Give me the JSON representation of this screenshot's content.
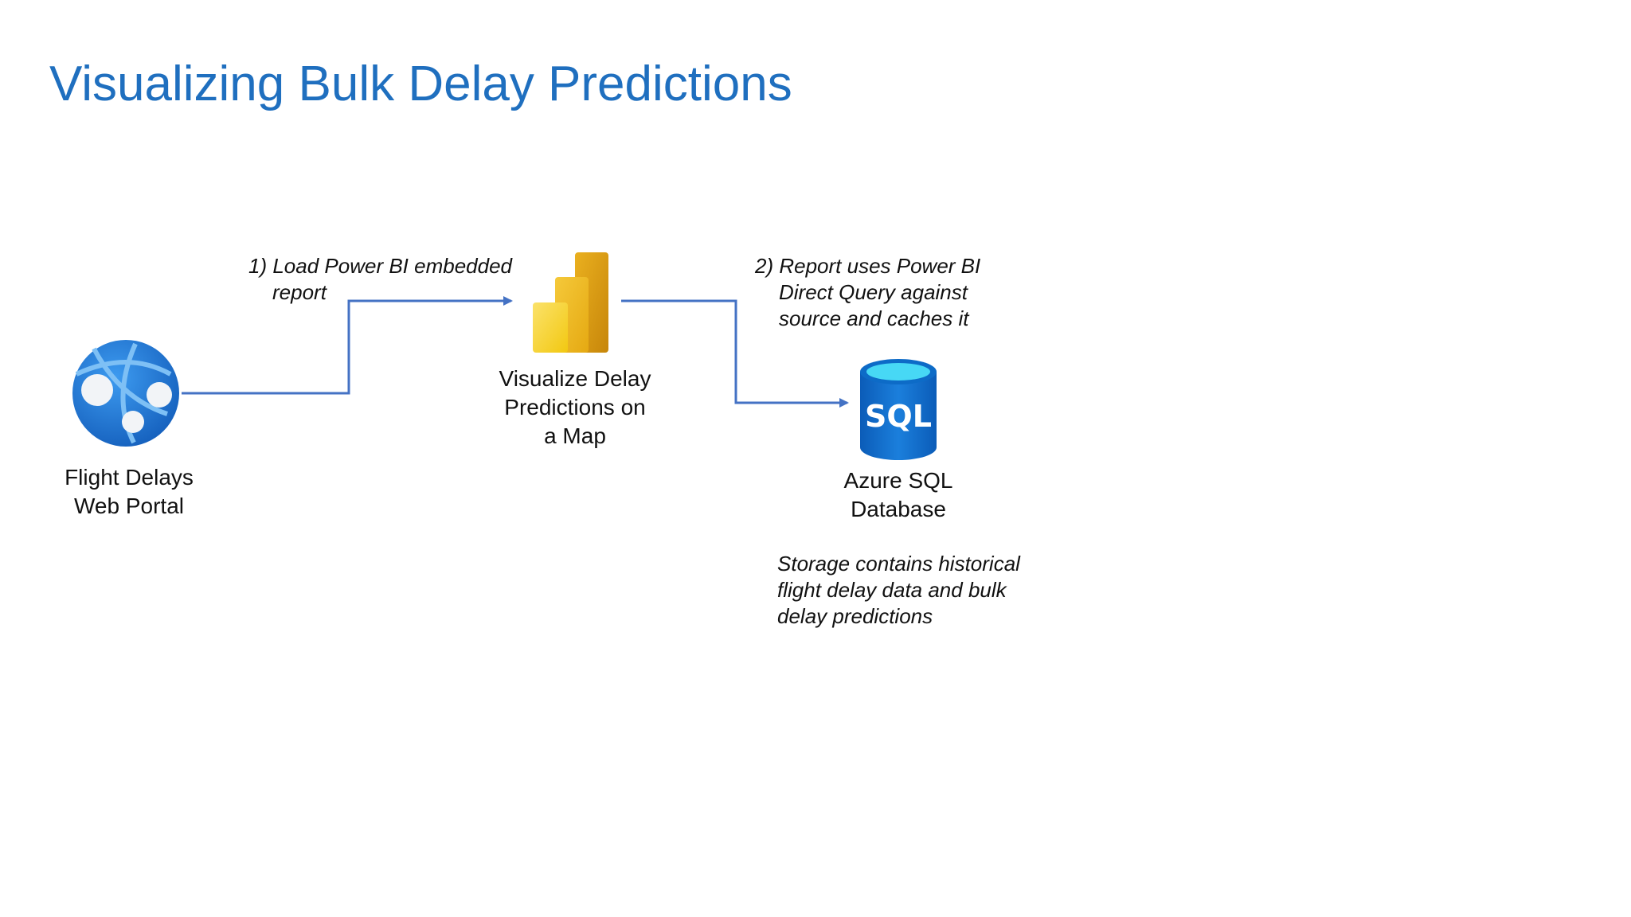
{
  "slide": {
    "title": "Visualizing Bulk Delay Predictions"
  },
  "nodes": {
    "web_portal": {
      "icon": "azure-app-service-icon",
      "label_lines": [
        "Flight Delays",
        "Web Portal"
      ]
    },
    "power_bi": {
      "icon": "power-bi-icon",
      "label_lines": [
        "Visualize Delay",
        "Predictions on",
        "a Map"
      ]
    },
    "sql_db": {
      "icon": "azure-sql-database-icon",
      "icon_text": "SQL",
      "label_lines": [
        "Azure SQL",
        "Database"
      ]
    }
  },
  "steps": {
    "step1": {
      "lines": [
        "1) Load Power BI embedded",
        "report"
      ]
    },
    "step2": {
      "lines": [
        "2) Report uses Power BI",
        "Direct Query against",
        "source and caches it"
      ]
    }
  },
  "storage_note": {
    "lines": [
      "Storage contains historical",
      "flight delay data and bulk",
      "delay predictions"
    ]
  },
  "colors": {
    "title": "#1f6fbf",
    "connector": "#4472c4",
    "app_service": "#1f7ad6",
    "power_bi_light": "#f2c811",
    "power_bi_dark": "#d4950a",
    "sql_blue": "#0a6ccf",
    "sql_top": "#47d8f5"
  }
}
